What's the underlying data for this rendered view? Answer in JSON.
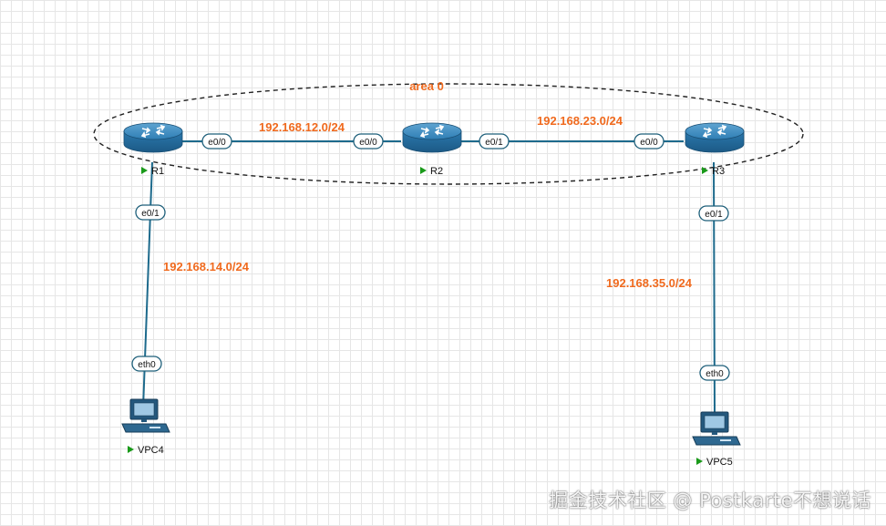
{
  "diagram": {
    "area_label": "area 0",
    "networks": [
      {
        "id": "n12",
        "label": "192.168.12.0/24"
      },
      {
        "id": "n23",
        "label": "192.168.23.0/24"
      },
      {
        "id": "n14",
        "label": "192.168.14.0/24"
      },
      {
        "id": "n35",
        "label": "192.168.35.0/24"
      }
    ],
    "devices": [
      {
        "id": "r1",
        "type": "router",
        "label": "R1"
      },
      {
        "id": "r2",
        "type": "router",
        "label": "R2"
      },
      {
        "id": "r3",
        "type": "router",
        "label": "R3"
      },
      {
        "id": "vpc4",
        "type": "pc",
        "label": "VPC4"
      },
      {
        "id": "vpc5",
        "type": "pc",
        "label": "VPC5"
      }
    ],
    "interfaces": [
      {
        "id": "r1_e00",
        "device": "R1",
        "label": "e0/0"
      },
      {
        "id": "r2_e00",
        "device": "R2",
        "label": "e0/0"
      },
      {
        "id": "r2_e01",
        "device": "R2",
        "label": "e0/1"
      },
      {
        "id": "r3_e00",
        "device": "R3",
        "label": "e0/0"
      },
      {
        "id": "r1_e01",
        "device": "R1",
        "label": "e0/1"
      },
      {
        "id": "r3_e01",
        "device": "R3",
        "label": "e0/1"
      },
      {
        "id": "vpc4_eth0",
        "device": "VPC4",
        "label": "eth0"
      },
      {
        "id": "vpc5_eth0",
        "device": "VPC5",
        "label": "eth0"
      }
    ],
    "status_color": "#1a9a1a",
    "link_color": "#1d6a8c",
    "network_label_color": "#f06a1e"
  },
  "watermark": "掘金技术社区 @ Postkarte不想说话"
}
